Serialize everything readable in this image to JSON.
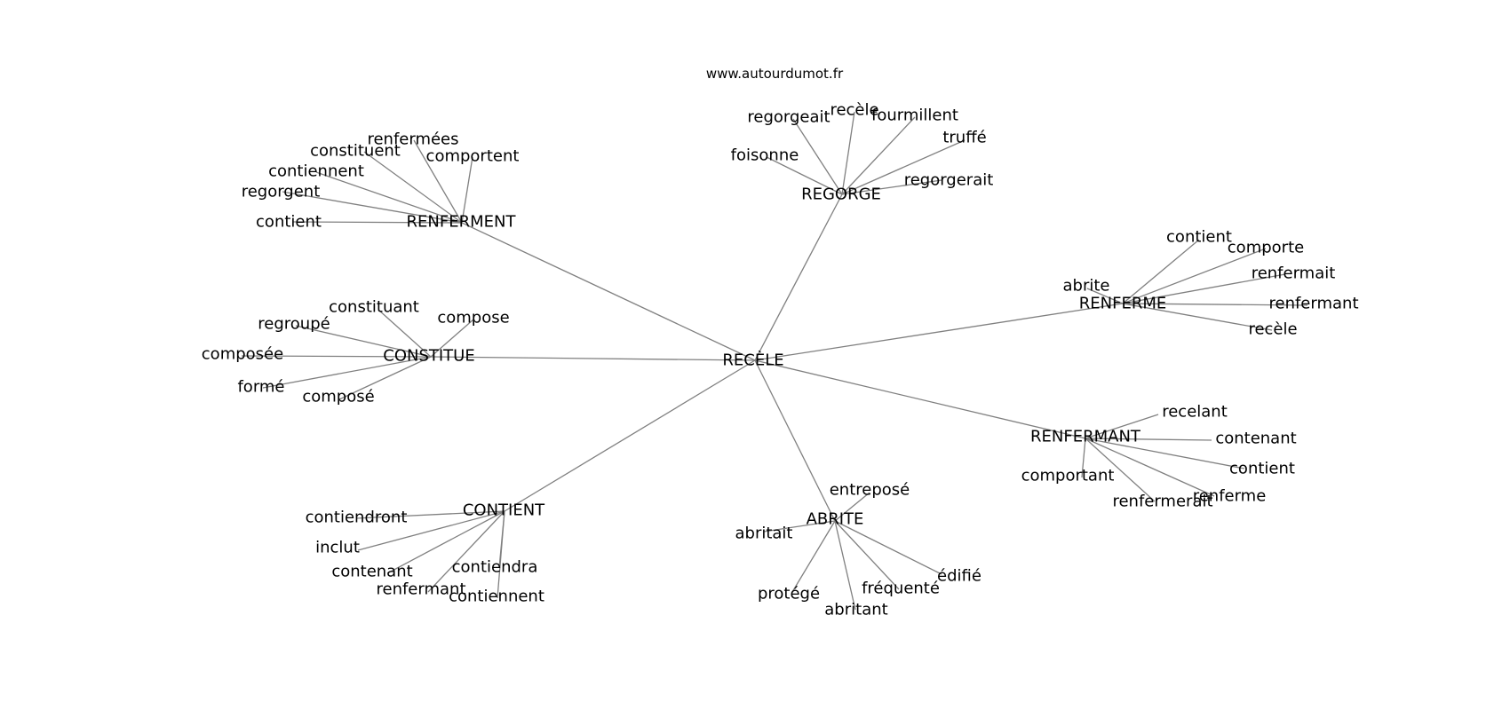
{
  "source": "www.autourdumot.fr",
  "colors": {
    "edge": "#808080",
    "text": "#000000",
    "background": "#ffffff"
  },
  "center": {
    "label": "RECÈLE"
  },
  "hubs": [
    {
      "id": "renferment",
      "label": "RENFERMENT",
      "leaves": [
        "renfermées",
        "constituent",
        "comportent",
        "contiennent",
        "regorgent",
        "contient"
      ]
    },
    {
      "id": "regorge",
      "label": "REGORGE",
      "leaves": [
        "regorgeait",
        "recèle",
        "fourmillent",
        "truffé",
        "foisonne",
        "regorgerait"
      ]
    },
    {
      "id": "renferme",
      "label": "RENFERME",
      "leaves": [
        "contient",
        "comporte",
        "renfermait",
        "abrite",
        "renfermant",
        "recèle"
      ]
    },
    {
      "id": "constitue",
      "label": "CONSTITUE",
      "leaves": [
        "constituant",
        "compose",
        "regroupé",
        "composée",
        "formé",
        "composé"
      ]
    },
    {
      "id": "renfermant",
      "label": "RENFERMANT",
      "leaves": [
        "recelant",
        "contenant",
        "contient",
        "comportant",
        "renferme",
        "renfermerait"
      ]
    },
    {
      "id": "contient",
      "label": "CONTIENT",
      "leaves": [
        "contiendront",
        "inclut",
        "contenant",
        "contiendra",
        "renfermant",
        "contiennent"
      ]
    },
    {
      "id": "abrite",
      "label": "ABRITE",
      "leaves": [
        "entreposé",
        "abritait",
        "édifié",
        "fréquenté",
        "protégé",
        "abritant"
      ]
    }
  ]
}
